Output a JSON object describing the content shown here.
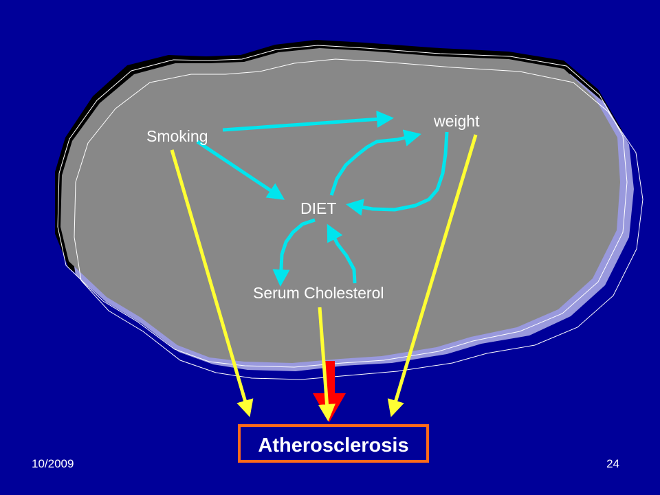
{
  "labels": {
    "smoking": "Smoking",
    "weight": "weight",
    "diet": "DIET",
    "cholesterol": "Serum Cholesterol",
    "outcome": "Atherosclerosis"
  },
  "footer": {
    "date": "10/2009",
    "page": "24"
  },
  "colors": {
    "background": "#000099",
    "blob_fill": "#888888",
    "blob_shadow": "#9999dd",
    "blob_dark": "#000000",
    "cyan_arrow": "#00e5ee",
    "yellow_arrow": "#ffff33",
    "red_arrow": "#ff0000",
    "outcome_border": "#ff6a1a"
  }
}
